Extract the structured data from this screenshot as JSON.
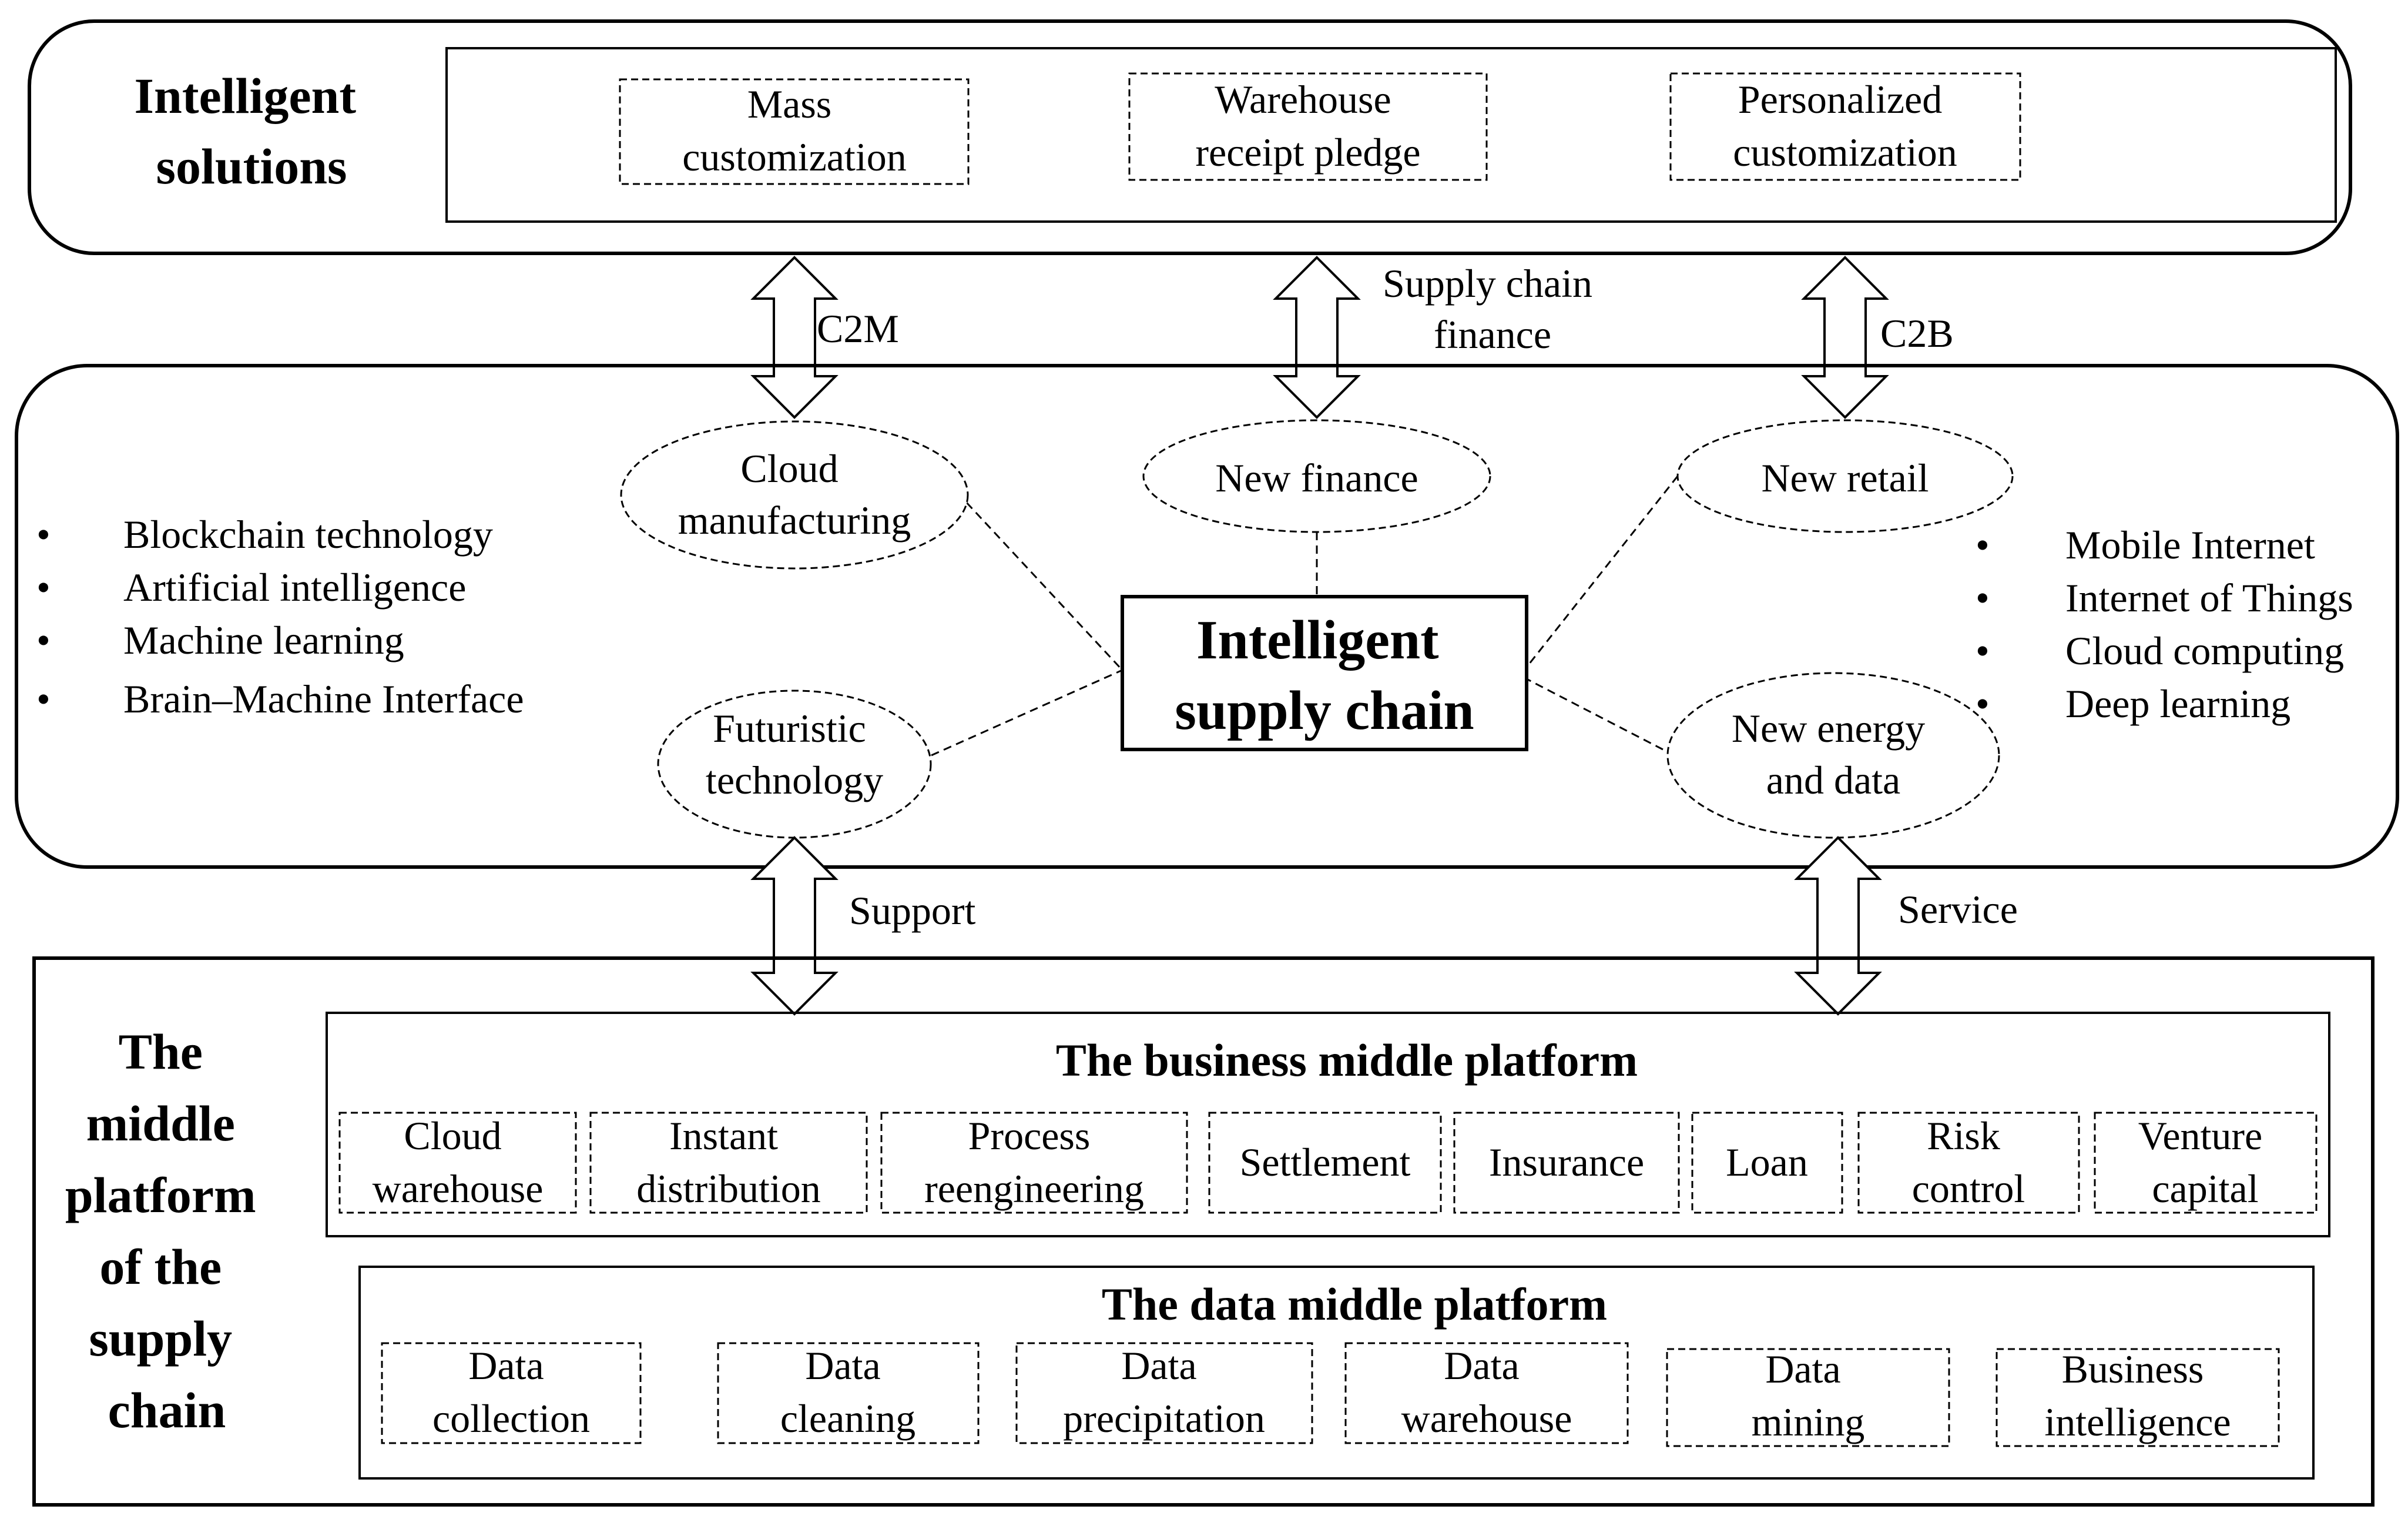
{
  "colors": {
    "stroke": "#000000",
    "background": "#ffffff"
  },
  "top_section": {
    "title_lines": [
      "Intelligent",
      "solutions"
    ],
    "solutions": [
      {
        "lines": [
          "Mass",
          "customization"
        ]
      },
      {
        "lines": [
          "Warehouse",
          "receipt pledge"
        ]
      },
      {
        "lines": [
          "Personalized",
          "customization"
        ]
      }
    ]
  },
  "upper_arrows": [
    {
      "lines": [
        "C2M"
      ]
    },
    {
      "lines": [
        "Supply chain",
        "finance"
      ]
    },
    {
      "lines": [
        "C2B"
      ]
    }
  ],
  "middle_section": {
    "center_lines": [
      "Intelligent",
      "supply chain"
    ],
    "ellipses": [
      {
        "lines": [
          "Cloud",
          "manufacturing"
        ]
      },
      {
        "lines": [
          "New finance"
        ]
      },
      {
        "lines": [
          "New retail"
        ]
      },
      {
        "lines": [
          "Futuristic",
          "technology"
        ]
      },
      {
        "lines": [
          "New energy",
          "and data"
        ]
      }
    ],
    "left_bullets": [
      "Blockchain technology",
      "Artificial intelligence",
      "Machine learning",
      "Brain–Machine Interface"
    ],
    "right_bullets": [
      "Mobile Internet",
      "Internet of Things",
      "Cloud computing",
      "Deep learning"
    ],
    "bullet_symbol": "•"
  },
  "lower_arrows": [
    {
      "lines": [
        "Support"
      ]
    },
    {
      "lines": [
        "Service"
      ]
    }
  ],
  "bottom_section": {
    "title_lines": [
      "The",
      "middle",
      "platform",
      "of the",
      "supply",
      "chain"
    ],
    "business_platform": {
      "title": "The business middle platform",
      "items": [
        {
          "lines": [
            "Cloud",
            "warehouse"
          ]
        },
        {
          "lines": [
            "Instant",
            "distribution"
          ]
        },
        {
          "lines": [
            "Process",
            "reengineering"
          ]
        },
        {
          "lines": [
            "Settlement"
          ]
        },
        {
          "lines": [
            "Insurance"
          ]
        },
        {
          "lines": [
            "Loan"
          ]
        },
        {
          "lines": [
            "Risk",
            "control"
          ]
        },
        {
          "lines": [
            "Venture",
            "capital"
          ]
        }
      ]
    },
    "data_platform": {
      "title": "The data middle platform",
      "items": [
        {
          "lines": [
            "Data",
            "collection"
          ]
        },
        {
          "lines": [
            "Data",
            "cleaning"
          ]
        },
        {
          "lines": [
            "Data",
            "precipitation"
          ]
        },
        {
          "lines": [
            "Data",
            "warehouse"
          ]
        },
        {
          "lines": [
            "Data",
            "mining"
          ]
        },
        {
          "lines": [
            "Business",
            "intelligence"
          ]
        }
      ]
    }
  }
}
